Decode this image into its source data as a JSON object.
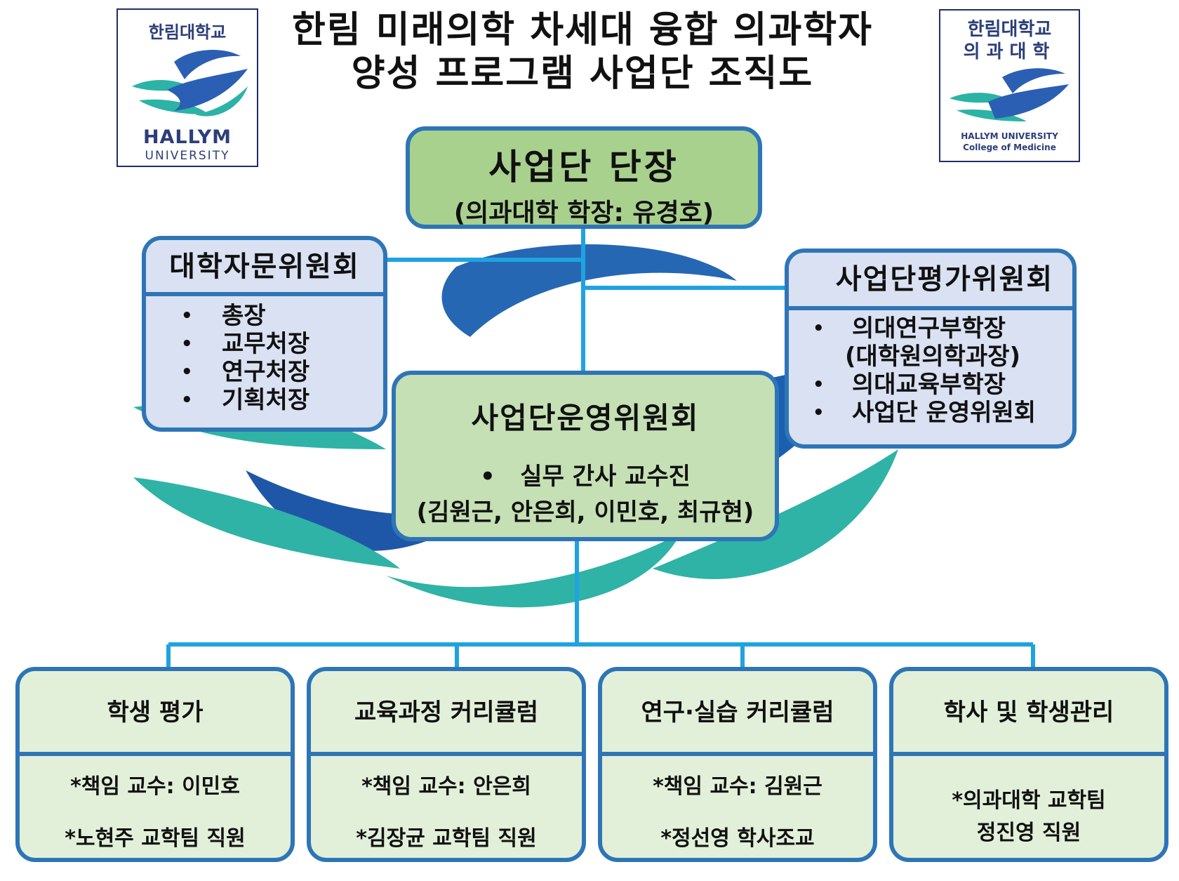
{
  "title": {
    "line1": "한림 미래의학 차세대 융합 의과학자",
    "line2": "양성 프로그램 사업단 조직도"
  },
  "logos": {
    "left": {
      "korean": "한림대학교",
      "english1": "HALLYM",
      "english2": "UNIVERSITY"
    },
    "right": {
      "korean1": "한림대학교",
      "korean2": "의과대학",
      "english1": "HALLYM UNIVERSITY",
      "english2": "College of Medicine"
    }
  },
  "director": {
    "title": "사업단 단장",
    "subtitle": "(의과대학 학장: 유경호)"
  },
  "advisory": {
    "title": "대학자문위원회",
    "members": [
      "총장",
      "교무처장",
      "연구처장",
      "기획처장"
    ]
  },
  "evaluation": {
    "title": "사업단평가위원회",
    "members": [
      {
        "line1": "의대연구부학장",
        "line2": "(대학원의학과장)"
      },
      {
        "line1": "의대교육부학장",
        "line2": ""
      },
      {
        "line1": "사업단 운영위원회",
        "line2": ""
      }
    ]
  },
  "operating": {
    "title": "사업단운영위원회",
    "item": "실무 간사 교수진",
    "members": "(김원근, 안은희, 이민호, 최규현)"
  },
  "teams": [
    {
      "title": "학생 평가",
      "line1": "*책임 교수: 이민호",
      "line2": "*노현주 교학팀 직원"
    },
    {
      "title": "교육과정 커리큘럼",
      "line1": "*책임 교수: 안은희",
      "line2": "*김장균 교학팀 직원"
    },
    {
      "title": "연구·실습 커리큘럼",
      "line1": "*책임 교수: 김원근",
      "line2": "*정선영 학사조교"
    },
    {
      "title": "학사 및 학생관리",
      "line1": "*의과대학 교학팀",
      "line2": "정진영 직원"
    }
  ],
  "colors": {
    "border": "#2e75b6",
    "connector": "#1fa3e0",
    "director_fill": "#a9d18e",
    "operating_fill": "#c5e0b4",
    "committee_fill": "#d9e1f2",
    "team_fill": "#e2f0d9"
  }
}
